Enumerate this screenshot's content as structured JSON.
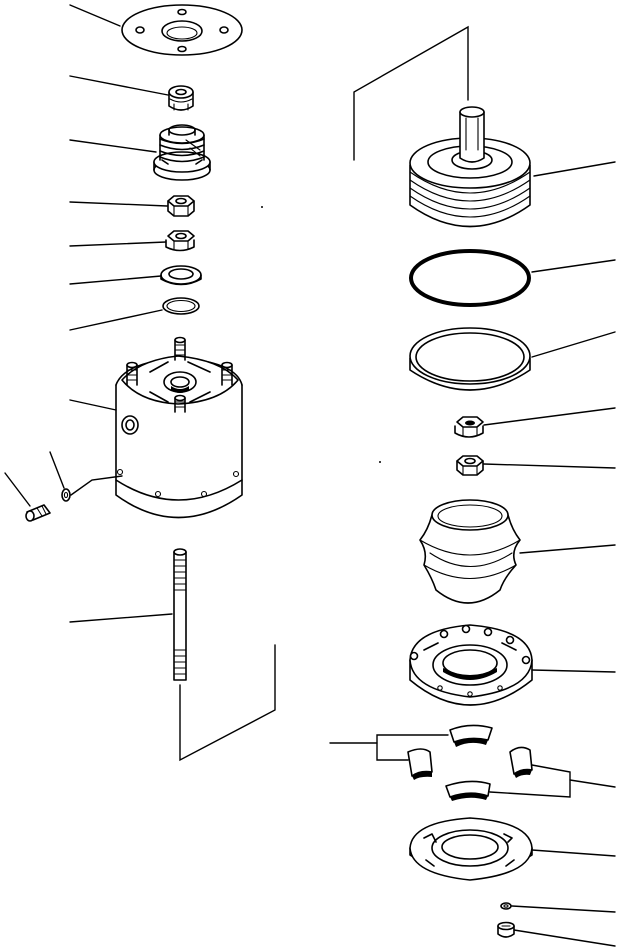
{
  "figure": {
    "type": "exploded-parts-diagram",
    "labels_printed": false,
    "leader_line_color": "#000000",
    "background": "#ffffff"
  },
  "parts_left": [
    {
      "name": "flange-plate"
    },
    {
      "name": "lock-nut-small"
    },
    {
      "name": "spring-assembly"
    },
    {
      "name": "hex-nut-1"
    },
    {
      "name": "flange-nut-1"
    },
    {
      "name": "washer-ring"
    },
    {
      "name": "o-ring-small"
    },
    {
      "name": "housing"
    },
    {
      "name": "bolt"
    },
    {
      "name": "lock-washer"
    },
    {
      "name": "stud-shaft"
    }
  ],
  "parts_right": [
    {
      "name": "piston-with-shaft"
    },
    {
      "name": "o-ring-large"
    },
    {
      "name": "backup-ring"
    },
    {
      "name": "flange-nut-2"
    },
    {
      "name": "hex-nut-2"
    },
    {
      "name": "bellows-boot"
    },
    {
      "name": "retainer-housing"
    },
    {
      "name": "segment-pads"
    },
    {
      "name": "base-plate"
    },
    {
      "name": "washer-small"
    },
    {
      "name": "screw-small"
    }
  ]
}
